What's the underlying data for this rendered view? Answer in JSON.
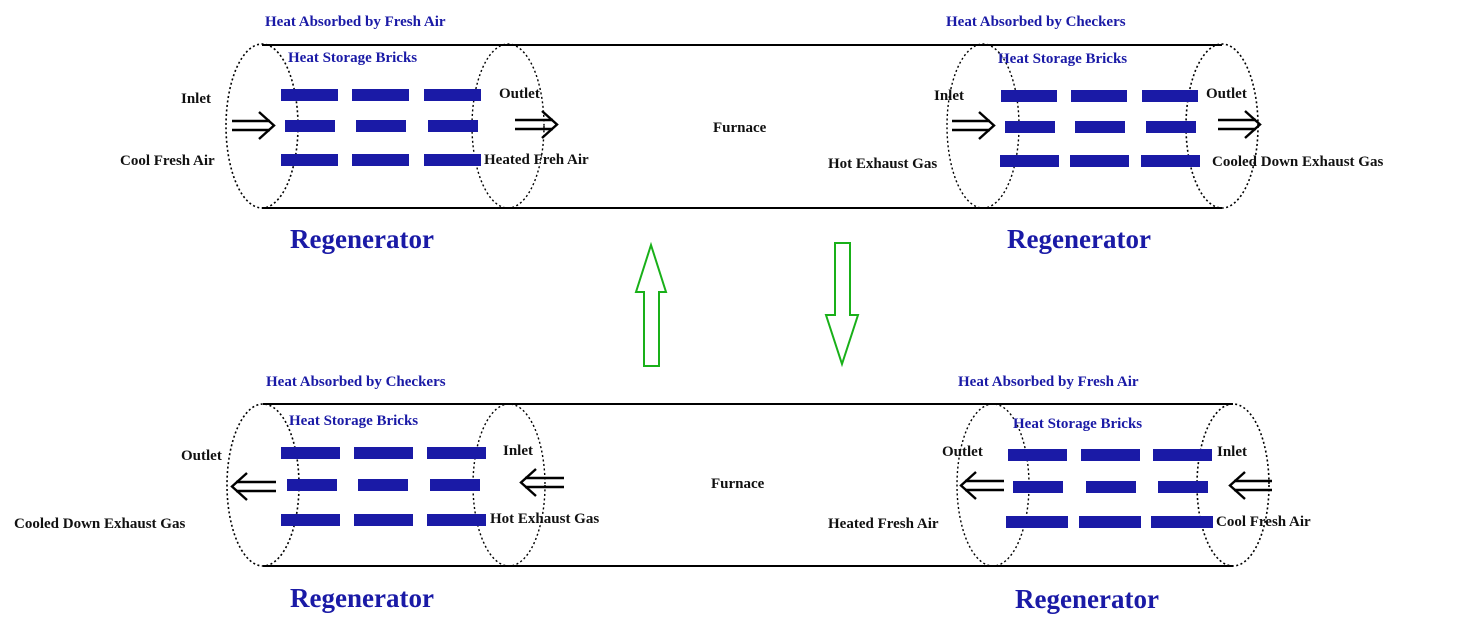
{
  "colors": {
    "brick": "#1a1aa6",
    "title": "#1a1aa6",
    "label": "#111111",
    "cycle_arrow": "#19b019"
  },
  "top": {
    "left_regen": {
      "heat_title": "Heat Absorbed by Fresh Air",
      "bricks_label": "Heat Storage Bricks",
      "inlet": "Inlet",
      "outlet": "Outlet",
      "inlet_fluid": "Cool Fresh Air",
      "outlet_fluid": "Heated Freh Air",
      "name": "Regenerator"
    },
    "furnace": "Furnace",
    "right_regen": {
      "heat_title": "Heat Absorbed by Checkers",
      "bricks_label": "Heat Storage Bricks",
      "inlet": "Inlet",
      "outlet": "Outlet",
      "inlet_fluid": "Hot Exhaust Gas",
      "outlet_fluid": "Cooled Down Exhaust Gas",
      "name": "Regenerator"
    }
  },
  "bottom": {
    "left_regen": {
      "heat_title": "Heat Absorbed by Checkers",
      "bricks_label": "Heat Storage Bricks",
      "inlet": "Inlet",
      "outlet": "Outlet",
      "inlet_fluid": "Hot Exhaust Gas",
      "outlet_fluid": "Cooled Down Exhaust Gas",
      "name": "Regenerator"
    },
    "furnace": "Furnace",
    "right_regen": {
      "heat_title": "Heat Absorbed by Fresh Air",
      "bricks_label": "Heat Storage Bricks",
      "inlet": "Inlet",
      "outlet": "Outlet",
      "inlet_fluid": "Cool Fresh Air",
      "outlet_fluid": "Heated Fresh Air",
      "name": "Regenerator"
    }
  }
}
